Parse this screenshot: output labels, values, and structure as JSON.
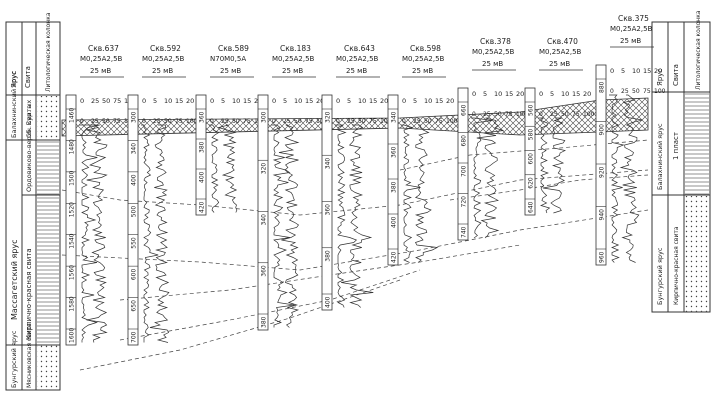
{
  "left_legend": {
    "headers": [
      "Ярус",
      "Свита",
      "Литологическая колонка"
    ],
    "units": [
      {
        "stage": "Балахнинский ярус",
        "suite": "Сб. Бур. ых"
      },
      {
        "stage": "Массагетский ярус",
        "suite": "Ордовиково-верхн. свита"
      },
      {
        "stage": "",
        "suite": "Кирпично-красная свита"
      },
      {
        "stage": "Бунгурский ярус",
        "suite": "Мясниковская свита"
      }
    ]
  },
  "right_legend": {
    "headers": [
      "Ярус",
      "Свита",
      "Литологическая колонка"
    ],
    "units": [
      {
        "stage": "Балахнинский ярус",
        "suite": "1 пласт"
      },
      {
        "stage": "Бунгурский ярус",
        "suite": "Кирпично-красная свита"
      }
    ]
  },
  "wells": [
    {
      "name": "Скв.637",
      "probe": "M0,25A2,5B",
      "scale": "25 мВ",
      "ticks_top": [
        "0",
        "25",
        "50",
        "75",
        "100"
      ],
      "ticks_bottom": [
        "0",
        "25",
        "50",
        "75",
        "100"
      ],
      "depths": [
        "1460",
        "1480",
        "1500",
        "1520",
        "1540",
        "1560",
        "1580",
        "1600"
      ]
    },
    {
      "name": "Скв.592",
      "probe": "M0,25A2,5B",
      "scale": "25 мВ",
      "ticks_top": [
        "0",
        "5",
        "10",
        "15",
        "20"
      ],
      "ticks_bottom": [
        "0",
        "25",
        "50",
        "75",
        "100"
      ],
      "depths": [
        "300",
        "340",
        "400",
        "500",
        "550",
        "600",
        "650",
        "700"
      ]
    },
    {
      "name": "Скв.589",
      "probe": "N70M0,5A",
      "scale": "25 мВ",
      "ticks_top": [
        "0",
        "5",
        "10",
        "15",
        "20"
      ],
      "ticks_bottom": [
        "0",
        "25",
        "50",
        "75",
        "100"
      ],
      "depths": [
        "360",
        "380",
        "400",
        "420"
      ]
    },
    {
      "name": "Скв.183",
      "probe": "M0,25A2,5B",
      "scale": "25 мВ",
      "ticks_top": [
        "0",
        "5",
        "10",
        "15",
        "20"
      ],
      "ticks_bottom": [
        "0",
        "25",
        "50",
        "75",
        "100"
      ],
      "depths": [
        "300",
        "320",
        "340",
        "360",
        "380"
      ]
    },
    {
      "name": "Скв.643",
      "probe": "M0,25A2,5B",
      "scale": "25 мВ",
      "ticks_top": [
        "0",
        "5",
        "10",
        "15",
        "20"
      ],
      "ticks_bottom": [
        "0",
        "25",
        "50",
        "75",
        "100"
      ],
      "depths": [
        "320",
        "340",
        "360",
        "380",
        "400"
      ]
    },
    {
      "name": "Скв.598",
      "probe": "M0,25A2,5B",
      "scale": "25 мВ",
      "ticks_top": [
        "0",
        "5",
        "10",
        "15",
        "20"
      ],
      "ticks_bottom": [
        "0",
        "25",
        "50",
        "75",
        "100"
      ],
      "depths": [
        "340",
        "360",
        "380",
        "400",
        "420"
      ]
    },
    {
      "name": "Скв.378",
      "probe": "M0,25A2,5B",
      "scale": "25 мВ",
      "ticks_top": [
        "0",
        "5",
        "10",
        "15",
        "20"
      ],
      "ticks_bottom": [
        "0",
        "25",
        "50",
        "75",
        "100"
      ],
      "depths": [
        "660",
        "680",
        "700",
        "720",
        "740"
      ]
    },
    {
      "name": "Скв.470",
      "probe": "M0,25A2,5B",
      "scale": "25 мВ",
      "ticks_top": [
        "0",
        "5",
        "10",
        "15",
        "20"
      ],
      "ticks_bottom": [
        "0",
        "25",
        "50",
        "75",
        "100"
      ],
      "depths": [
        "560",
        "580",
        "600",
        "620",
        "640"
      ]
    },
    {
      "name": "Скв.375",
      "probe": "M0,25A2,5B",
      "scale": "25 мВ",
      "ticks_top": [
        "0",
        "5",
        "10",
        "15",
        "20"
      ],
      "ticks_bottom": [
        "0",
        "25",
        "50",
        "75",
        "100"
      ],
      "depths": [
        "880",
        "900",
        "920",
        "940",
        "960"
      ]
    }
  ],
  "colors": {
    "ink": "#333333",
    "paper": "#ffffff"
  }
}
